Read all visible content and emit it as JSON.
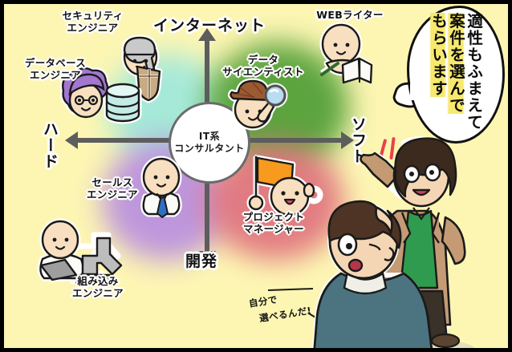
{
  "panel": {
    "background_color": "#fdf6b3",
    "border_color": "#000000"
  },
  "diagram": {
    "center_label_line1": "IT系",
    "center_label_line2": "コンサルタント",
    "axes": {
      "top": "インターネット",
      "bottom": "開発",
      "left": "ハード",
      "right": "ソフト"
    },
    "quadrant_colors": {
      "upper_left": "#9fe8dc",
      "upper_right": "#4f9e35",
      "lower_left": "#b98ee0",
      "lower_right": "#e0727e"
    },
    "roles": [
      {
        "id": "security-engineer",
        "label": "セキュリティ\nエンジニア",
        "icon": "knight-helmet-shield"
      },
      {
        "id": "database-engineer",
        "label": "データベース\nエンジニア",
        "icon": "database-cylinder"
      },
      {
        "id": "data-scientist",
        "label": "データ\nサイエンティスト",
        "icon": "detective-magnifier"
      },
      {
        "id": "web-writer",
        "label": "WEBライター",
        "icon": "open-book"
      },
      {
        "id": "sales-engineer",
        "label": "セールス\nエンジニア",
        "icon": "necktie-businessman"
      },
      {
        "id": "project-manager",
        "label": "プロジェクト\nマネージャー",
        "icon": "orange-flag"
      },
      {
        "id": "embedded-engineer",
        "label": "組み込み\nエンジニア",
        "icon": "robot-arm-laptop"
      }
    ]
  },
  "speech_bubble": {
    "columns": [
      "適性もふまえて",
      "案件を選んで",
      "もらいます"
    ],
    "highlight_columns": [
      1,
      2
    ],
    "highlight_color": "#f7e96e"
  },
  "thought": {
    "line1": "自分で",
    "line2": "選べるんだ!"
  },
  "characters": [
    {
      "id": "senior-man",
      "description": "明るい茶色ジャケット・緑シャツの男性"
    },
    {
      "id": "young-man",
      "description": "青緑セーターの驚いた若い男性"
    }
  ]
}
